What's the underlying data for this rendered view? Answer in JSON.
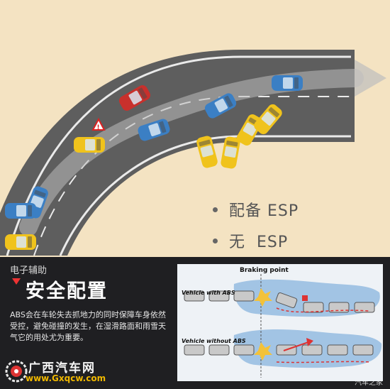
{
  "legend": [
    {
      "text": "配备 ESP",
      "car_color": "#3b7fc4"
    },
    {
      "text": "无  ESP",
      "car_color": "#f0c31c"
    }
  ],
  "info": {
    "category": "电子辅助",
    "headline": "安全配置",
    "description": "ABS会在车轮失去抓地力的同时保障车身依然受控，避免碰撞的发生，在湿滑路面和雨雪天气它的用处尤为重要。"
  },
  "diagram": {
    "title": "Braking point",
    "row_with": "Vehicle with ABS",
    "row_without": "Vehicle without ABS"
  },
  "logo": {
    "text": "广西汽车网",
    "url": "www.Gxqcw.com"
  },
  "watermark": "汽车之家",
  "colors": {
    "background": "#f4e3c2",
    "road": "#5e5e5e",
    "esp_car": "#3b7fc4",
    "no_esp_car": "#f0c31c",
    "crash_car": "#c8302c",
    "panel": "#1f1f22"
  }
}
